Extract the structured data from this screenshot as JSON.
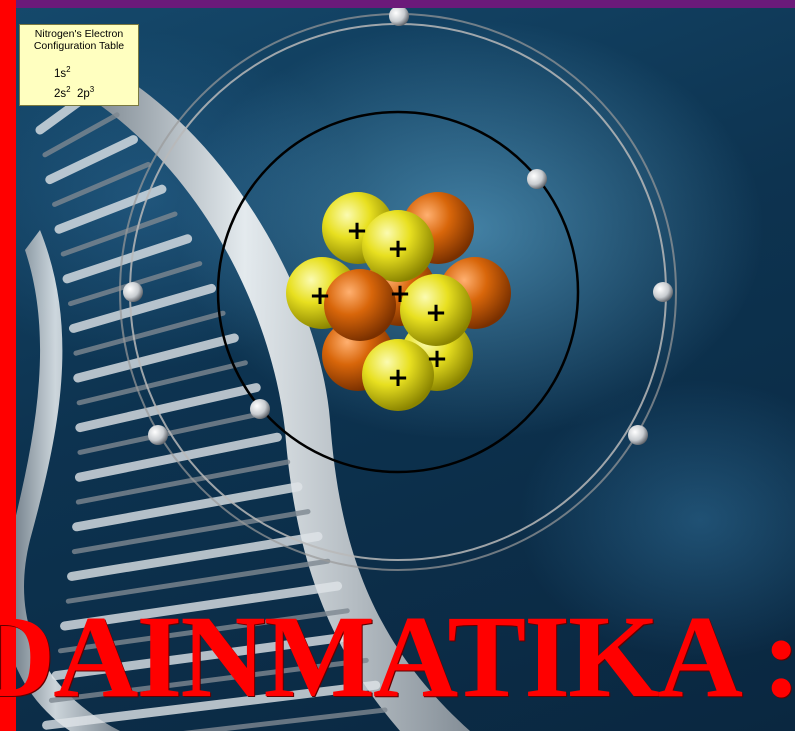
{
  "config_table": {
    "title_line1": "Nitrogen's Electron",
    "title_line2": "Configuration Table",
    "row1": {
      "shell": "1s",
      "exp": "2"
    },
    "row2": {
      "a_shell": "2s",
      "a_exp": "2",
      "b_shell": "2p",
      "b_exp": "3"
    }
  },
  "headline": "DAINMATIKA :",
  "colors": {
    "proton": "#e8e020",
    "neutron": "#d8660a",
    "left_bar": "#ff0000",
    "top_bar": "#6b1a7a",
    "headline": "#ff0000"
  },
  "nucleus_charge_symbol": "+",
  "icons": [
    "dna-helix-image",
    "atom-nucleus",
    "electron-icon"
  ]
}
